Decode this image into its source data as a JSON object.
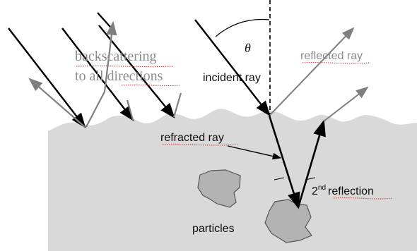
{
  "labels": {
    "backscattering_line1": "backscattering",
    "backscattering_line2": "to all directions",
    "theta": "θ",
    "incident_ray": "incident ray",
    "reflected_ray": "reflected ray",
    "refracted_ray": "refracted ray",
    "second_reflection_sup": "nd",
    "second_reflection_num": "2",
    "second_reflection_word": "reflection",
    "particles": "particles"
  },
  "colors": {
    "medium": "#d9d9d9",
    "particle": "#b3b3b3",
    "dark_ray": "#000000",
    "gray_ray": "#7f7f7f",
    "text_gray": "#8c8c8c"
  }
}
